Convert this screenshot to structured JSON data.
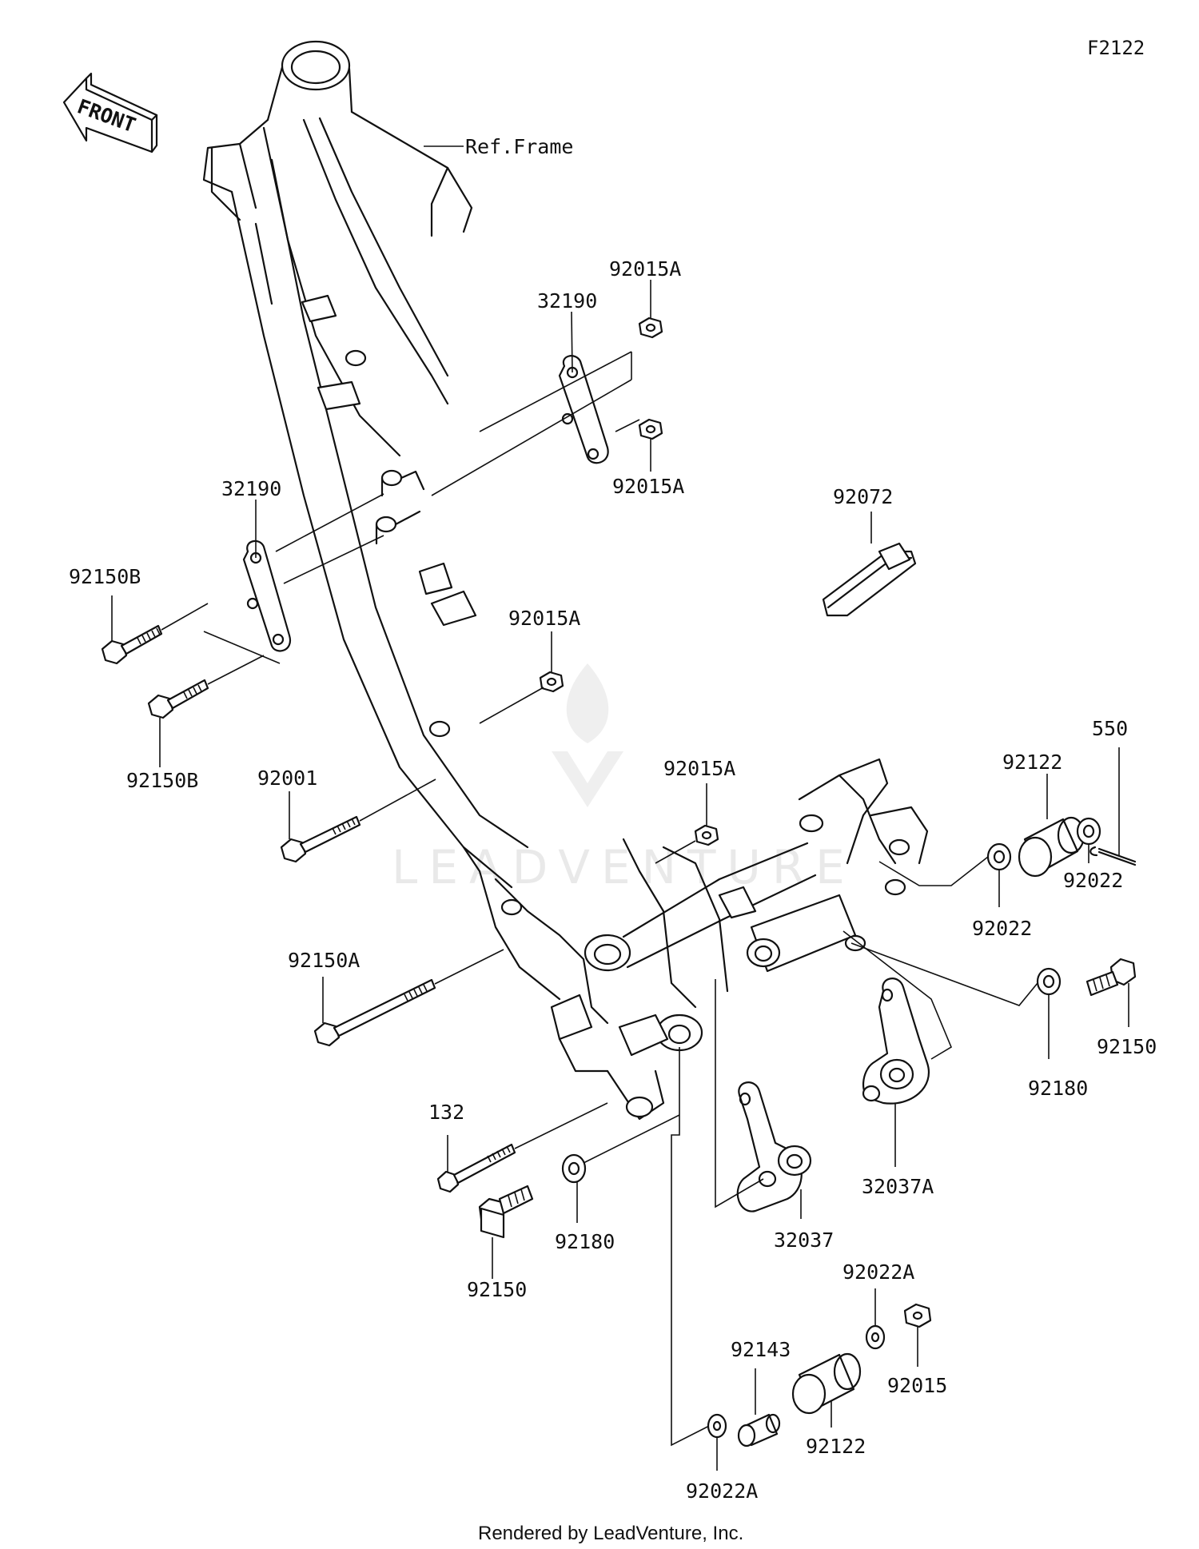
{
  "diagram_code": "F2122",
  "front_label": "FRONT",
  "ref_label": "Ref.Frame",
  "watermark": "LEADVENTURE",
  "footer": "Rendered by LeadVenture, Inc.",
  "parts": {
    "p92015A_1": "92015A",
    "p32190_1": "32190",
    "p92015A_2": "92015A",
    "p32190_2": "32190",
    "p92150B_1": "92150B",
    "p92150B_2": "92150B",
    "p92015A_3": "92015A",
    "p92072": "92072",
    "p92001": "92001",
    "p92015A_4": "92015A",
    "p550": "550",
    "p92122_1": "92122",
    "p92022_1": "92022",
    "p92022_2": "92022",
    "p92150A": "92150A",
    "p92150_1": "92150",
    "p92180_1": "92180",
    "p132": "132",
    "p32037A": "32037A",
    "p92180_2": "92180",
    "p92150_2": "92150",
    "p32037": "32037",
    "p92022A_1": "92022A",
    "p92143": "92143",
    "p92015": "92015",
    "p92122_2": "92122",
    "p92022A_2": "92022A"
  }
}
